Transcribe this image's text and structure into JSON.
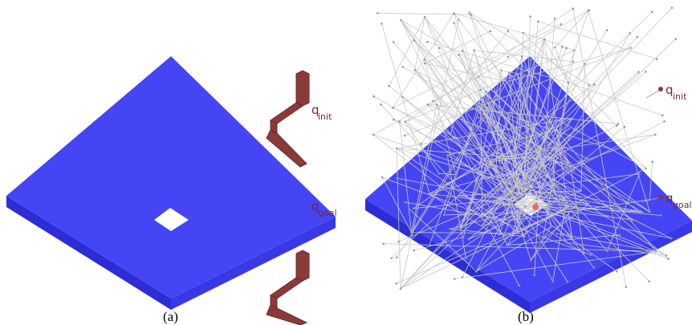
{
  "panels": [
    {
      "caption": "(a)",
      "labels": {
        "init": {
          "main": "q",
          "sub": "init"
        },
        "goal": {
          "main": "q",
          "sub": "goal"
        }
      }
    },
    {
      "caption": "(b)",
      "labels": {
        "init": {
          "main": "q",
          "sub": "init"
        },
        "goal": {
          "main": "q",
          "sub": "goal"
        }
      }
    }
  ],
  "colors": {
    "plate_top": "#4545f5",
    "plate_side_front": "#2d2dd6",
    "plate_side_right": "#3838e6",
    "arm": "#8b3a3a",
    "arm_dark": "#6b2a2a",
    "label": "#7a2a2a",
    "graph_edge": "#c8c8c8",
    "graph_node": "#9a9a9a",
    "background": "#ffffff"
  },
  "graph": {
    "node_count": 260,
    "seed": 7
  }
}
